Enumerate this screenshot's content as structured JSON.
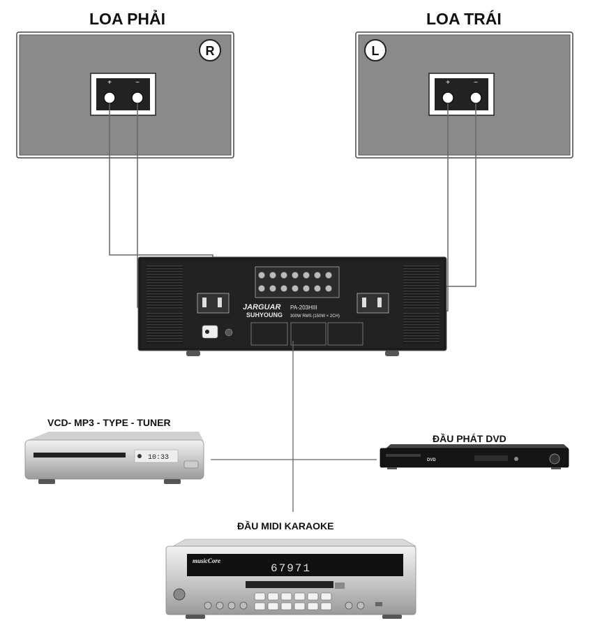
{
  "speakers": {
    "right": {
      "title": "LOA PHẢI",
      "badge": "R",
      "terminal_plus": "+",
      "terminal_minus": "−"
    },
    "left": {
      "title": "LOA TRÁI",
      "badge": "L",
      "terminal_plus": "+",
      "terminal_minus": "−"
    }
  },
  "amplifier": {
    "brand": "JARGUAR",
    "maker": "SUHYOUNG",
    "model": "PA-203HIII",
    "spec": "300W RMS (150W × 2CH)"
  },
  "sources": {
    "vcd": {
      "label": "VCD- MP3 - TYPE - TUNER",
      "display": "10:33"
    },
    "dvd": {
      "label": "ĐẦU PHÁT DVD",
      "badge": "DVD"
    },
    "midi": {
      "label": "ĐẦU MIDI KARAOKE",
      "brand": "musicCore",
      "display": "67971"
    }
  },
  "colors": {
    "speaker_panel": "#8a8a8a",
    "amp_body": "#1c1c1c",
    "wire": "#666666"
  }
}
